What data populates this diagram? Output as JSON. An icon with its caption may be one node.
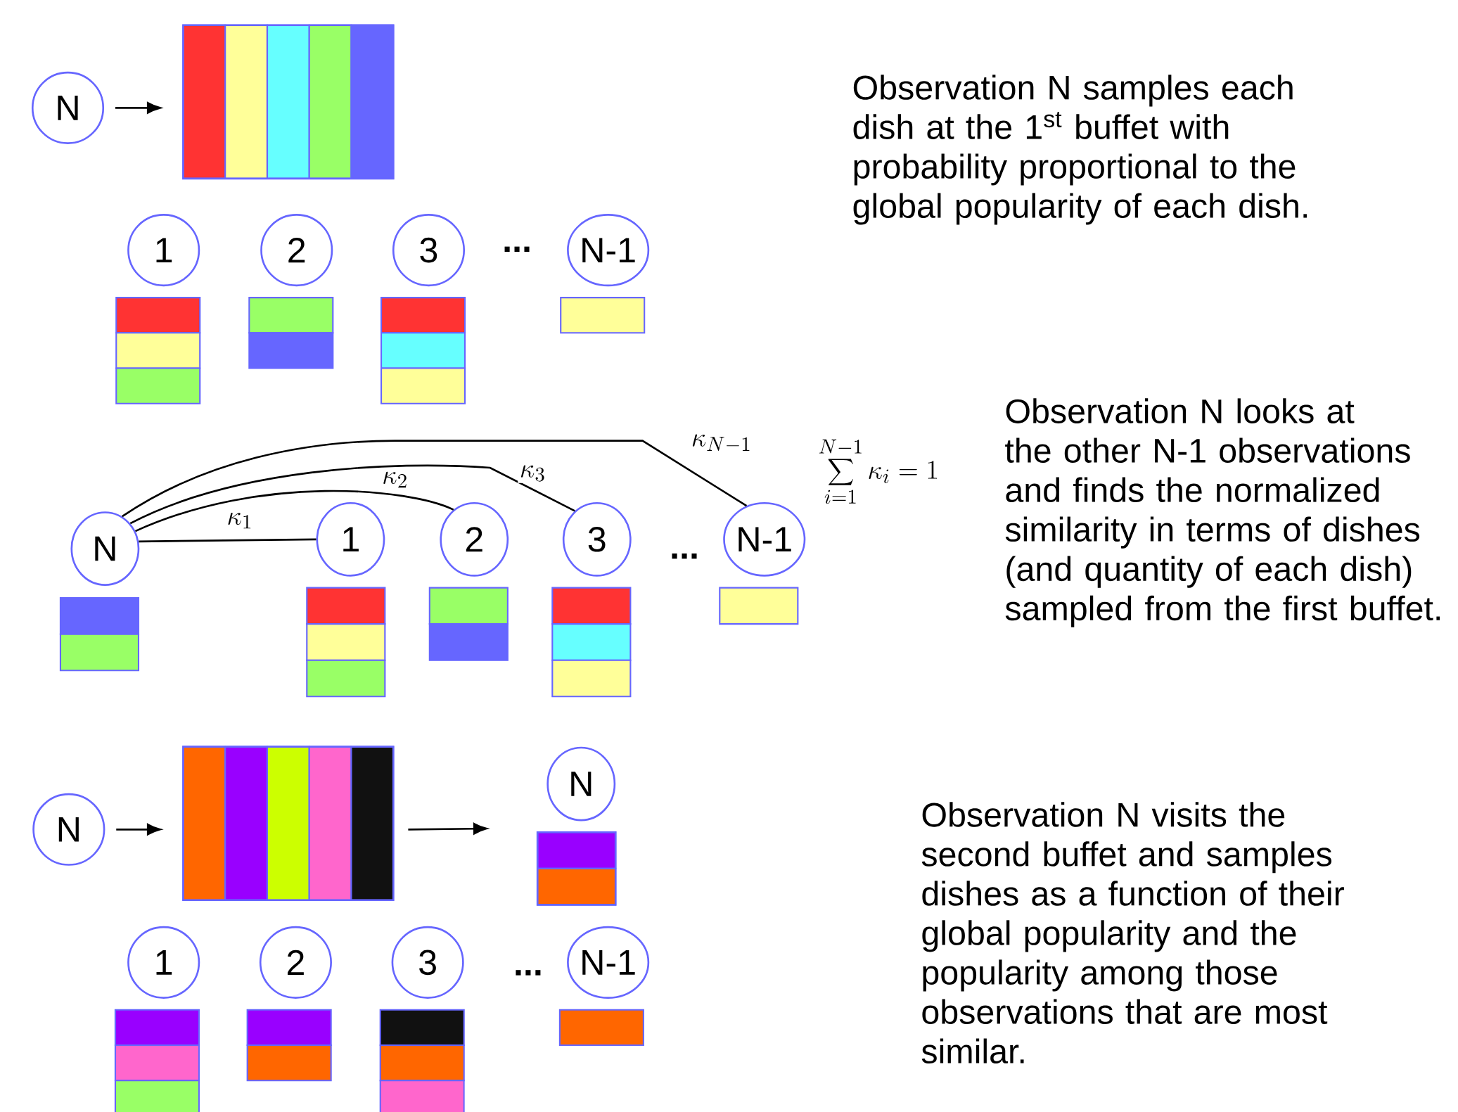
{
  "diagram": {
    "nodes": [
      {
        "text": [
          "N"
        ]
      },
      {
        "text": [],
        "shape": "box"
      },
      {
        "text": [
          "1"
        ]
      },
      {
        "text": [
          "2"
        ]
      },
      {
        "text": [
          "3"
        ]
      },
      {
        "text": [
          "N-1"
        ]
      },
      {
        "text": [
          "N"
        ]
      },
      {
        "text": [
          "1"
        ]
      },
      {
        "text": [
          "2"
        ]
      },
      {
        "text": [
          "3"
        ]
      },
      {
        "text": [
          "N-1"
        ]
      },
      {
        "text": [
          "N"
        ]
      },
      {
        "text": [],
        "shape": "box"
      },
      {
        "text": [
          "N"
        ]
      },
      {
        "text": [],
        "shape": "box"
      },
      {
        "text": [
          "1"
        ]
      },
      {
        "text": [
          "2"
        ]
      },
      {
        "text": [
          "3"
        ]
      },
      {
        "text": [
          "N-1"
        ]
      }
    ],
    "edges": [
      {
        "from": 0,
        "to": 1,
        "arrow": "to"
      },
      {
        "from": 6,
        "to": 7,
        "arrow": "none",
        "label": "\\kappa_1"
      },
      {
        "from": 6,
        "to": 8,
        "arrow": "none",
        "label": "\\kappa_2"
      },
      {
        "from": 6,
        "to": 9,
        "arrow": "none",
        "label": "\\kappa_3"
      },
      {
        "from": 6,
        "to": 10,
        "arrow": "none",
        "label": "\\kappa_{N-1}"
      },
      {
        "from": 11,
        "to": 12,
        "arrow": "to"
      },
      {
        "from": 12,
        "to": 14,
        "arrow": "to"
      }
    ],
    "labels": [
      "Observation N samples each dish at the 1$^{st}$ buffet with probability proportional to the global popularity of each dish.",
      "...",
      "Observation N looks at the other N-1 observations and finds the normalized similarity in terms of dishes (and quantity of each dish) sampled from the first buffet.",
      "\\sum_{i=1}^{N-1} \\kappa_i = 1",
      "...",
      "Observation N visits the second buffet and samples dishes as a function of their global popularity and the popularity among those observations that are most similar.",
      "..."
    ]
  }
}
